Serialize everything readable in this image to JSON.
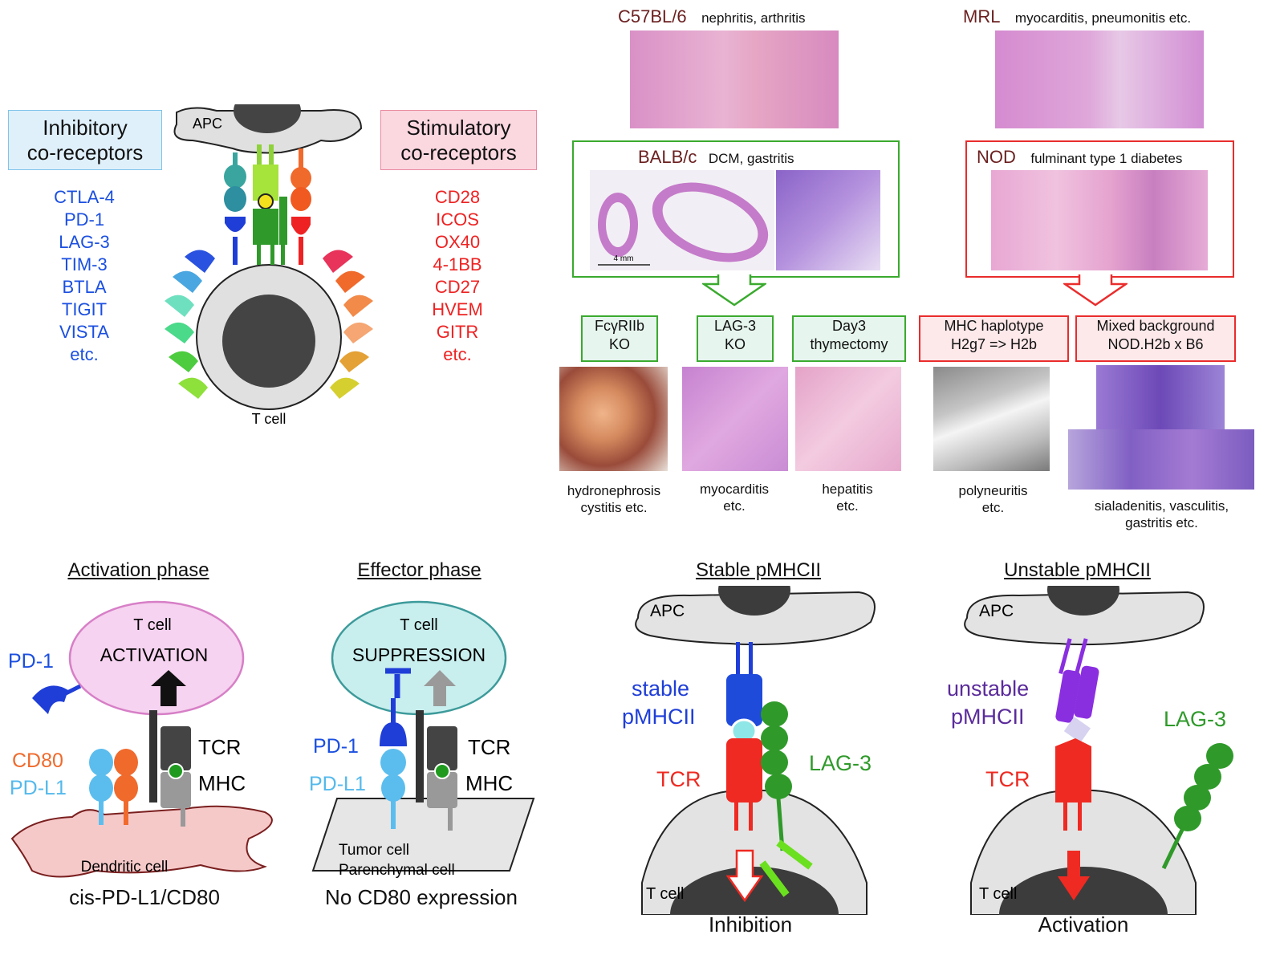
{
  "top_left": {
    "inhibitory_title": [
      "Inhibitory",
      "co-receptors"
    ],
    "inhibitory_list": [
      "CTLA-4",
      "PD-1",
      "LAG-3",
      "TIM-3",
      "BTLA",
      "TIGIT",
      "VISTA",
      "etc."
    ],
    "stimulatory_title": [
      "Stimulatory",
      "co-receptors"
    ],
    "stimulatory_list": [
      "CD28",
      "ICOS",
      "OX40",
      "4-1BB",
      "CD27",
      "HVEM",
      "GITR",
      "etc."
    ],
    "apc_label": "APC",
    "tcell_label": "T cell"
  },
  "top_right": {
    "c57": {
      "strain": "C57BL/6",
      "note": "nephritis, arthritis"
    },
    "mrl": {
      "strain": "MRL",
      "note": "myocarditis, pneumonitis etc."
    },
    "balbc": {
      "strain": "BALB/c",
      "note": "DCM, gastritis",
      "scale": "4 mm"
    },
    "nod": {
      "strain": "NOD",
      "note": "fulminant type 1 diabetes"
    },
    "panels": [
      {
        "label": [
          "FcγRIIb",
          "KO"
        ],
        "caption": [
          "hydronephrosis",
          "cystitis etc."
        ]
      },
      {
        "label": [
          "LAG-3",
          "KO"
        ],
        "caption": [
          "myocarditis",
          "etc."
        ]
      },
      {
        "label": [
          "Day3",
          "thymectomy"
        ],
        "caption": [
          "hepatitis",
          "etc."
        ]
      },
      {
        "label": [
          "MHC haplotype",
          "H2g7 => H2b"
        ],
        "caption": [
          "polyneuritis",
          "etc."
        ]
      },
      {
        "label": [
          "Mixed background",
          "NOD.H2b x B6"
        ],
        "caption": [
          "sialadenitis, vasculitis,",
          "gastritis etc."
        ]
      }
    ]
  },
  "bottom": {
    "activation": {
      "title": "Activation phase",
      "tcell": "T cell",
      "state": "ACTIVATION",
      "pd1": "PD-1",
      "cd80": "CD80",
      "pdl1": "PD-L1",
      "tcr": "TCR",
      "mhc": "MHC",
      "cell": "Dendritic cell",
      "caption": "cis-PD-L1/CD80"
    },
    "effector": {
      "title": "Effector phase",
      "tcell": "T cell",
      "state": "SUPPRESSION",
      "pd1": "PD-1",
      "pdl1": "PD-L1",
      "tcr": "TCR",
      "mhc": "MHC",
      "cell": [
        "Tumor cell",
        "Parenchymal cell"
      ],
      "caption": "No CD80 expression"
    },
    "stable": {
      "title": "Stable pMHCII",
      "apc": "APC",
      "pmhc": [
        "stable",
        "pMHCII"
      ],
      "tcr": "TCR",
      "lag3": "LAG-3",
      "tcell": "T cell",
      "caption": "Inhibition"
    },
    "unstable": {
      "title": "Unstable pMHCII",
      "apc": "APC",
      "pmhc": [
        "unstable",
        "pMHCII"
      ],
      "tcr": "TCR",
      "lag3": "LAG-3",
      "tcell": "T cell",
      "caption": "Activation"
    }
  },
  "colors": {
    "inhibitory": "#1b4fe0",
    "stimulatory": "#ee2222",
    "green_box": "#3aaa2e",
    "red_box": "#ea2c2c",
    "strain": "#6b1f1f",
    "purple": "#5b2b9c",
    "lag3": "#2f9a2a"
  }
}
